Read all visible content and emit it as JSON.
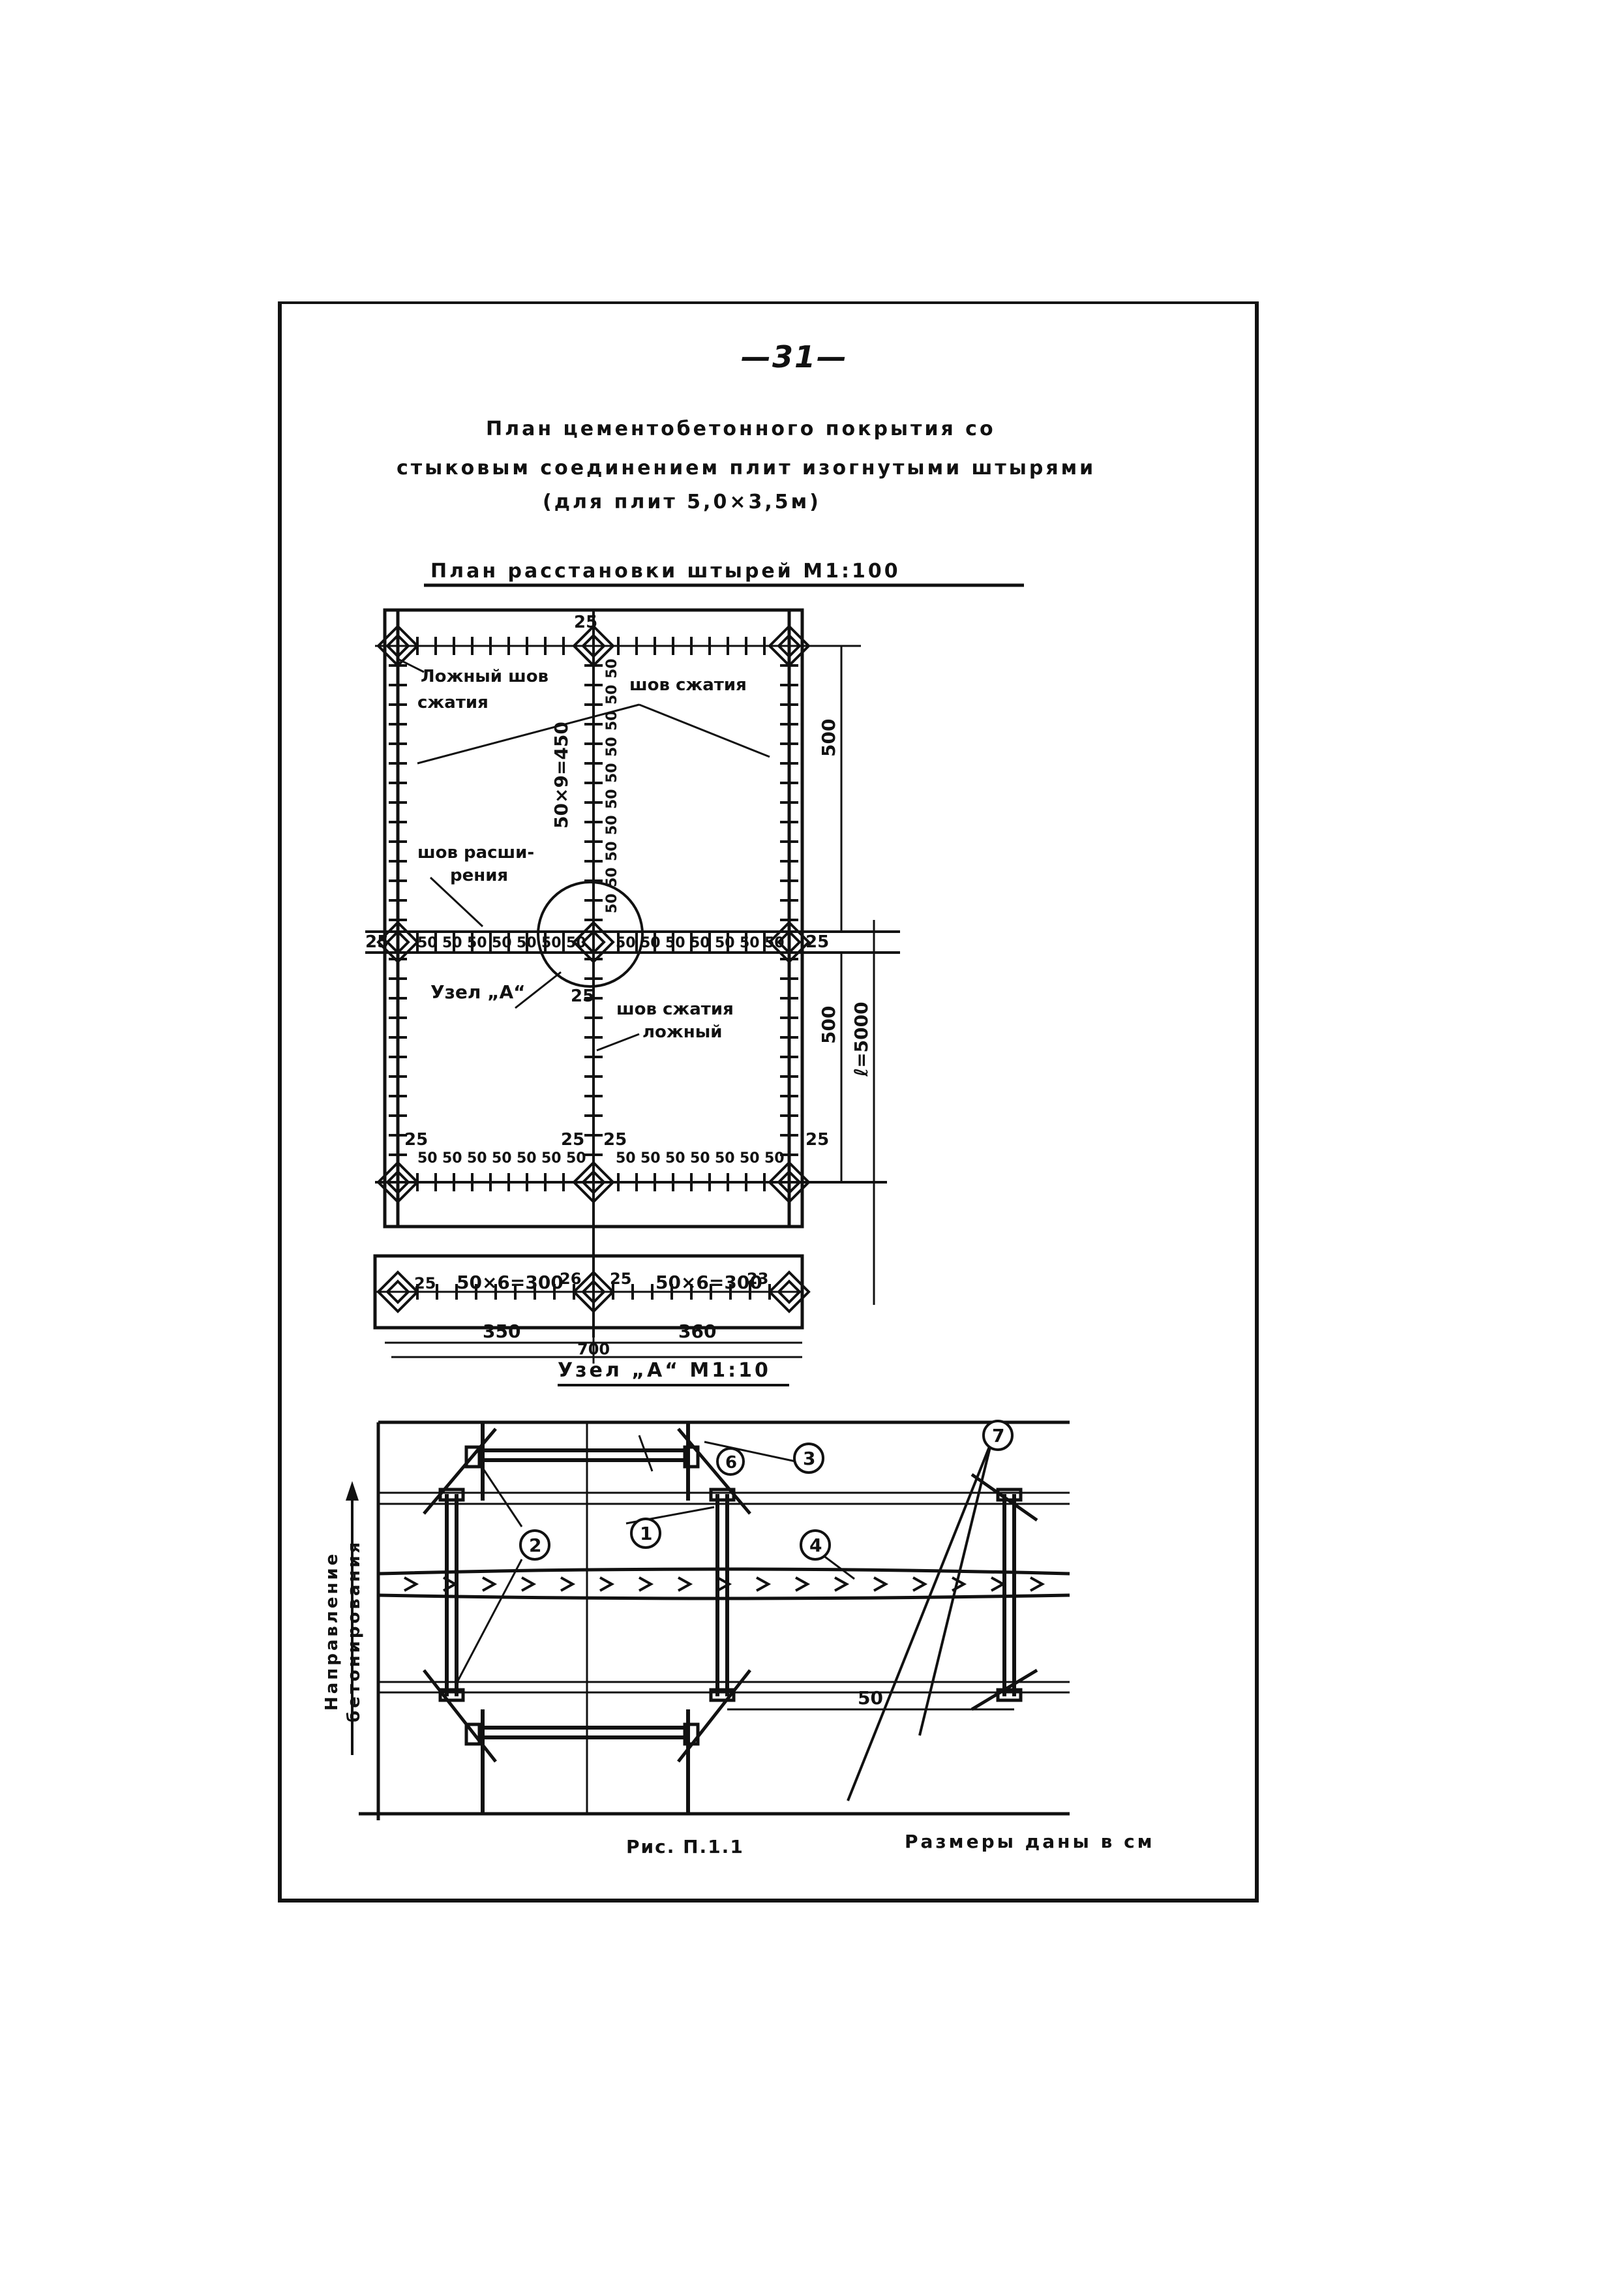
{
  "page_number": "—31—",
  "title": {
    "line1": "План цементобетонного покрытия со",
    "line2": "стыковым соединением плит изогнутыми штырями",
    "line3": "(для плит 5,0×3,5м)"
  },
  "plan": {
    "title": "План расстановки штырей    М1:100",
    "labels": {
      "false_joint": "Ложный шов",
      "false_joint2": "сжатия",
      "compression_joint": "шов сжатия",
      "expansion_joint": "шов расши-",
      "expansion_joint2": "рения",
      "node_a": "Узел „А“",
      "compression_false": "шов сжатия",
      "compression_false2": "ложный"
    },
    "dims": {
      "v_chain": "50×9=450",
      "v_500_top": "500",
      "v_500_bottom": "500",
      "total": "ℓ=5000",
      "h_50": "50",
      "h_25": "25",
      "bottom_chain_left": "50×6=300",
      "bottom_chain_right": "50×6=300",
      "w_left": "350",
      "w_right": "360",
      "w_total": "700",
      "num_23": "23",
      "num_26": "26"
    }
  },
  "node": {
    "title": "Узел „А“  М1:10",
    "callouts": [
      "1",
      "2",
      "3",
      "4",
      "6",
      "7"
    ],
    "dim_50": "50",
    "direction_label": "Направление бетонирования",
    "direction_line1": "Направление",
    "direction_line2": "бетонирования"
  },
  "caption": "Рис. П.1.1",
  "dims_note": "Размеры даны в см"
}
